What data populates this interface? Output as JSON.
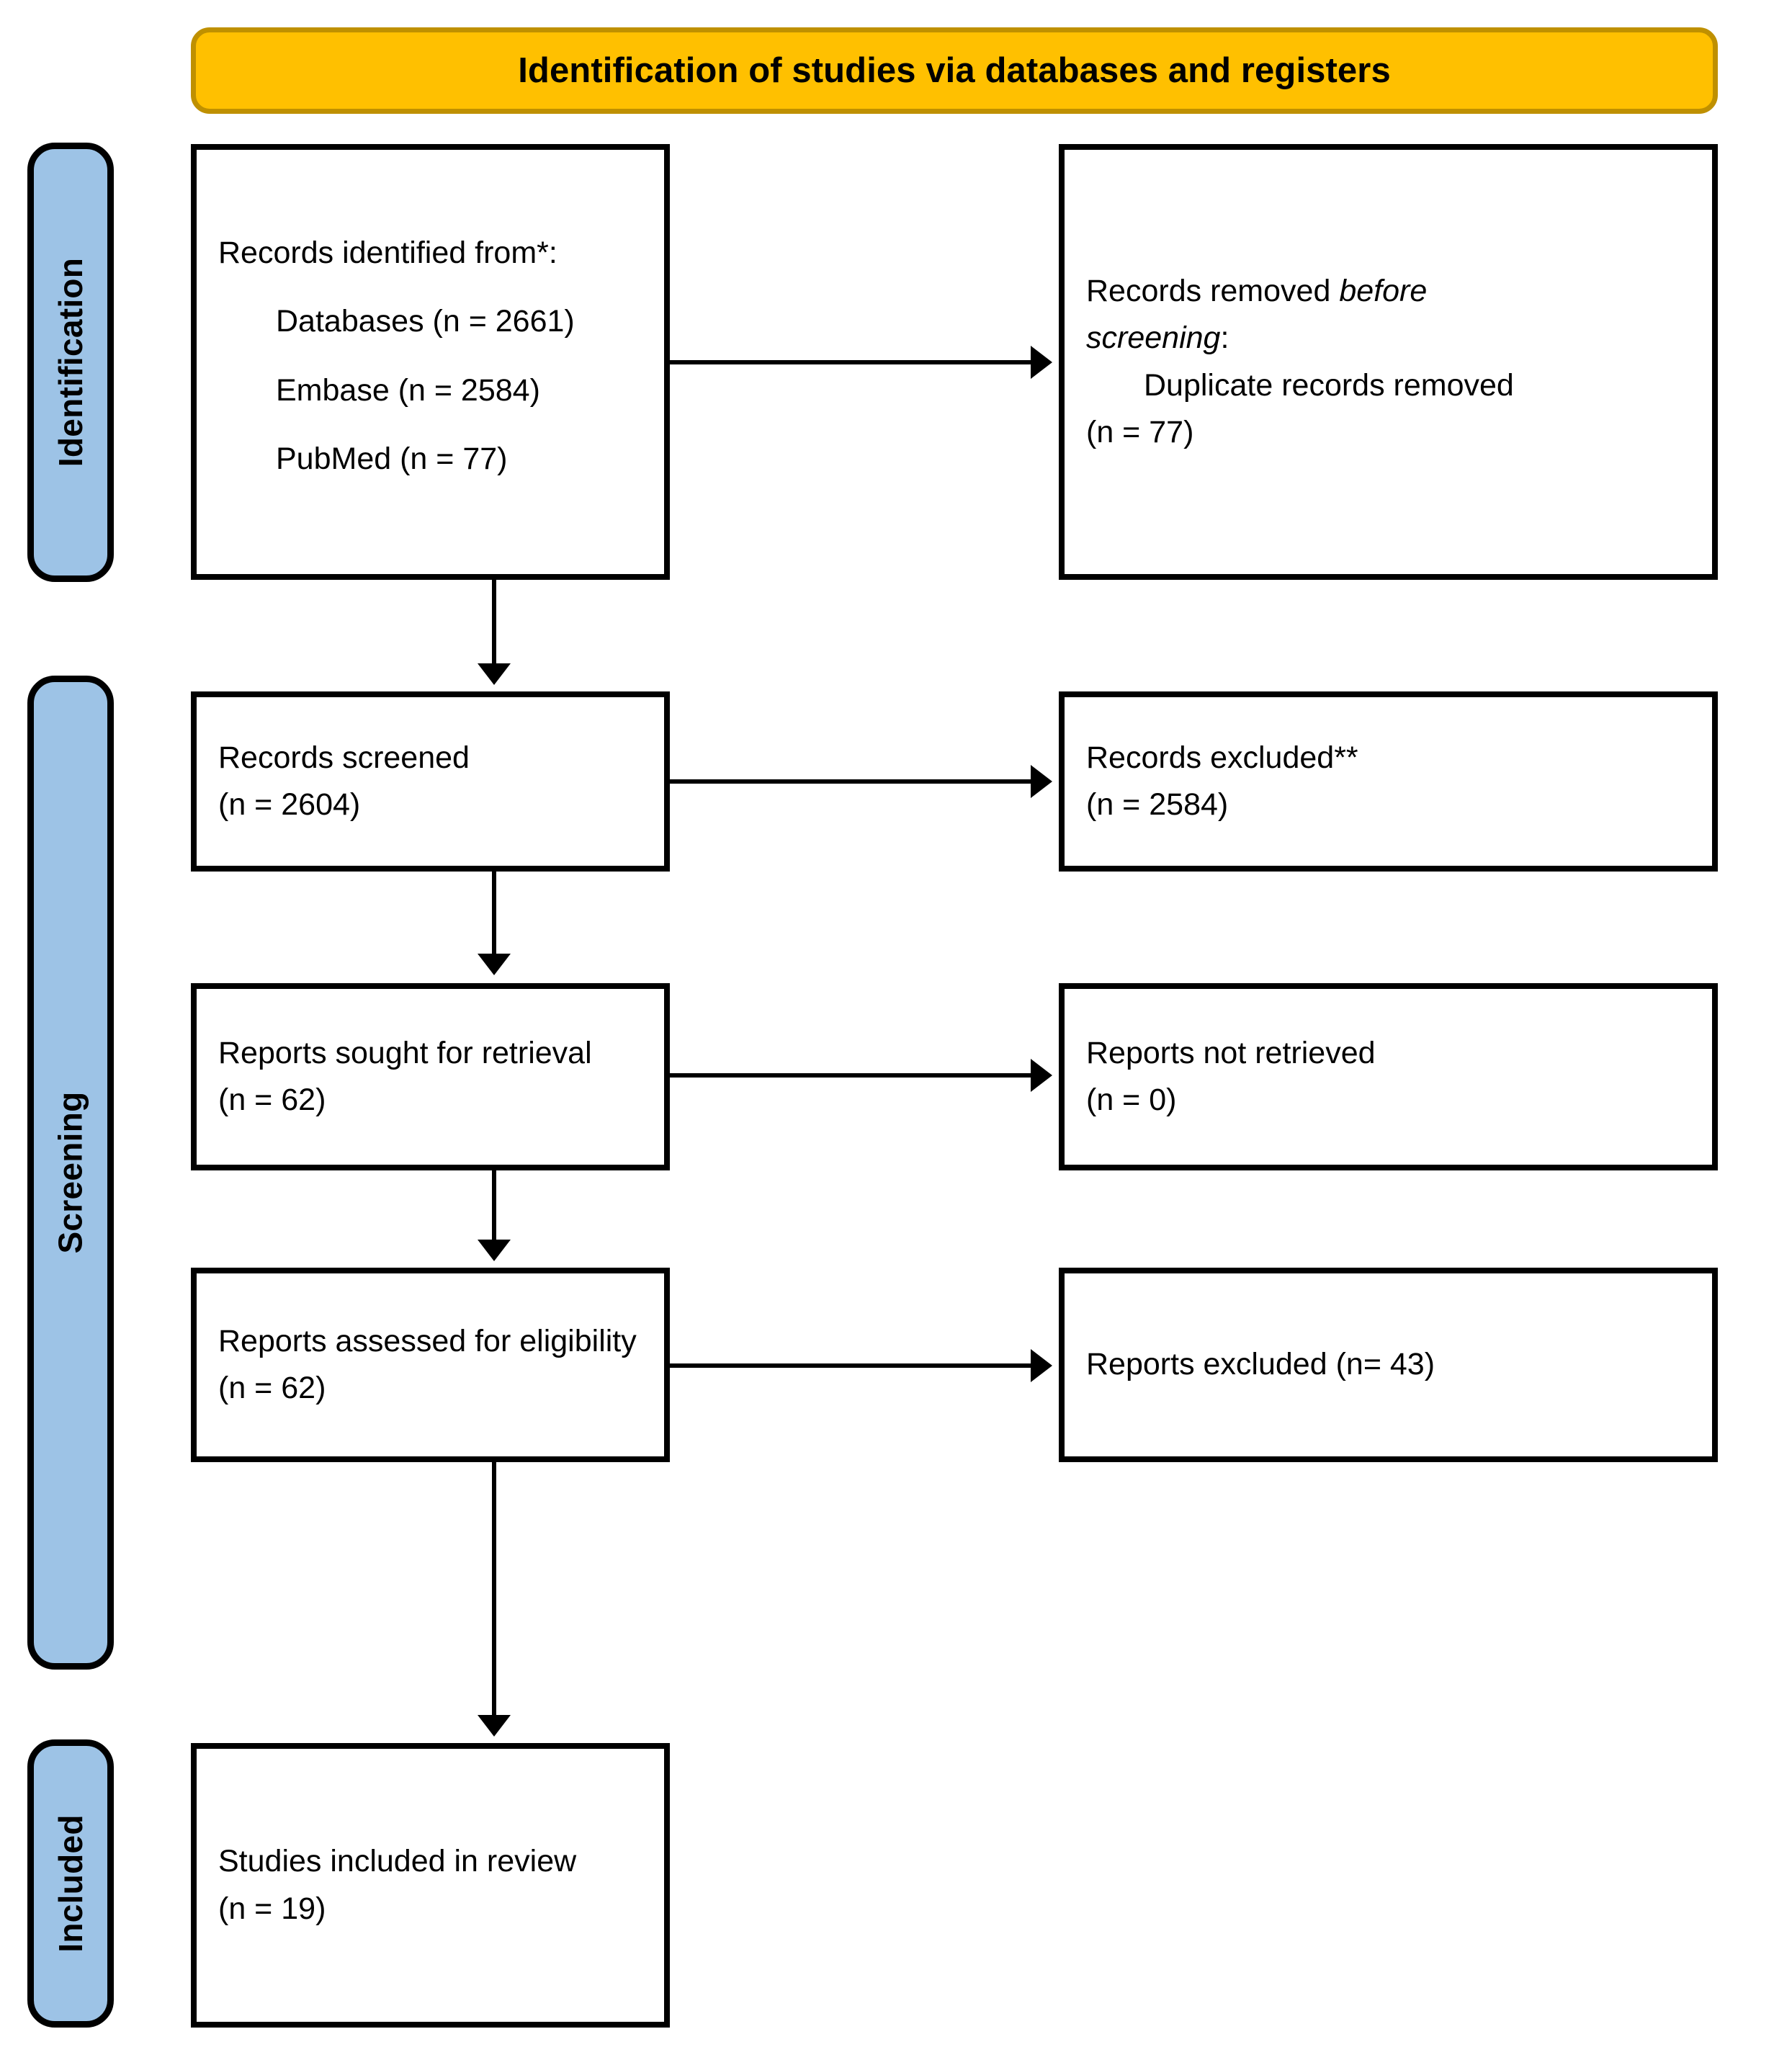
{
  "diagram": {
    "title": "Identification of studies via databases and registers",
    "colors": {
      "banner_fill": "#FFC000",
      "banner_border": "#BF9000",
      "stage_fill": "#9DC3E6",
      "box_border": "#000000",
      "box_fill": "#FFFFFF"
    }
  },
  "stages": [
    {
      "label": "Identification"
    },
    {
      "label": "Screening"
    },
    {
      "label": "Included"
    }
  ],
  "boxes": {
    "identified": {
      "heading": "Records identified from*:",
      "items": [
        "Databases (n = 2661)",
        "Embase (n = 2584)",
        "PubMed (n = 77)"
      ]
    },
    "removed": {
      "line1_prefix": "Records removed ",
      "line1_italic": "before",
      "line2_italic": "screening",
      "line2_suffix": ":",
      "item": "Duplicate records removed",
      "count": "(n = 77)"
    },
    "screened": {
      "label": "Records screened",
      "count": "(n = 2604)"
    },
    "excluded_screened": {
      "label": "Records excluded**",
      "count": "(n = 2584)"
    },
    "sought": {
      "label": "Reports sought for retrieval",
      "count": "(n = 62)"
    },
    "not_retrieved": {
      "label": "Reports not retrieved",
      "count": "(n = 0)"
    },
    "assessed": {
      "label": "Reports assessed for eligibility",
      "count": "(n = 62)"
    },
    "excluded_reports": {
      "label": "Reports excluded (n= 43)"
    },
    "included": {
      "label": "Studies included in review",
      "count": "(n = 19)"
    }
  }
}
